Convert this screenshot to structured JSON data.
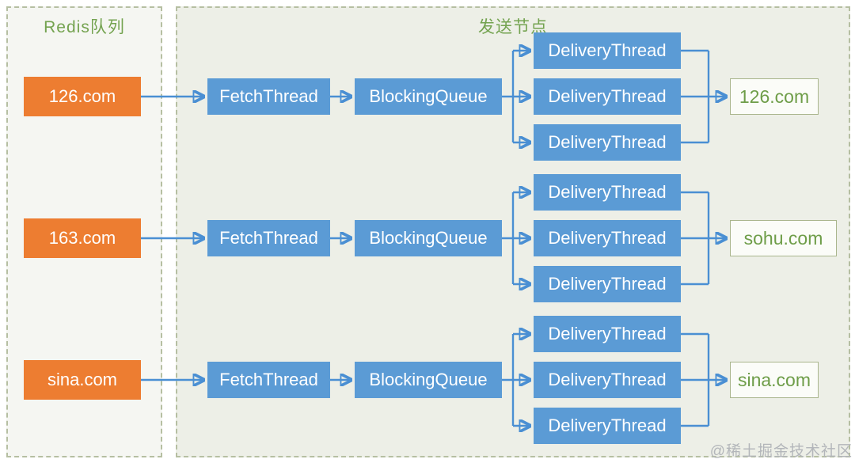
{
  "left_panel": {
    "title": "Redis队列",
    "queues": [
      "126.com",
      "163.com",
      "sina.com"
    ]
  },
  "right_panel": {
    "title": "发送节点",
    "rows": [
      {
        "fetch": "FetchThread",
        "queue": "BlockingQueue",
        "delivery": [
          "DeliveryThread",
          "DeliveryThread",
          "DeliveryThread"
        ],
        "output": "126.com"
      },
      {
        "fetch": "FetchThread",
        "queue": "BlockingQueue",
        "delivery": [
          "DeliveryThread",
          "DeliveryThread",
          "DeliveryThread"
        ],
        "output": "sohu.com"
      },
      {
        "fetch": "FetchThread",
        "queue": "BlockingQueue",
        "delivery": [
          "DeliveryThread",
          "DeliveryThread",
          "DeliveryThread"
        ],
        "output": "sina.com"
      }
    ]
  },
  "watermark": "@稀土掘金技术社区",
  "colors": {
    "queue_box": "#ed7d31",
    "thread_box": "#5b9bd5",
    "arrow": "#4a8fd3",
    "panel_border": "#b6bfa2",
    "panel_right_bg": "#edefe7",
    "title_green": "#74a350",
    "output_text": "#6e9d48",
    "output_border": "#a9b58c",
    "watermark_gray": "#b3b6ba"
  }
}
